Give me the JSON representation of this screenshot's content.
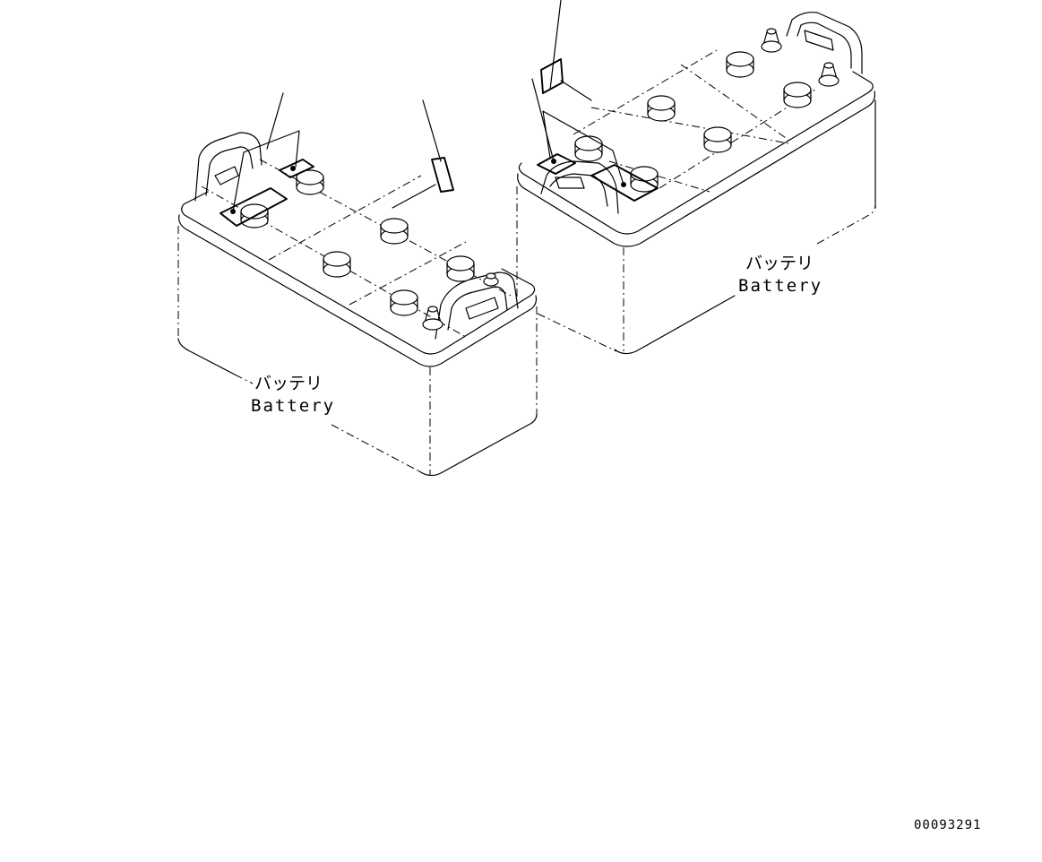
{
  "batteries": [
    {
      "label_jp": "バッテリ",
      "label_en": "Battery"
    },
    {
      "label_jp": "バッテリ",
      "label_en": "Battery"
    }
  ],
  "drawing_number": "00093291"
}
